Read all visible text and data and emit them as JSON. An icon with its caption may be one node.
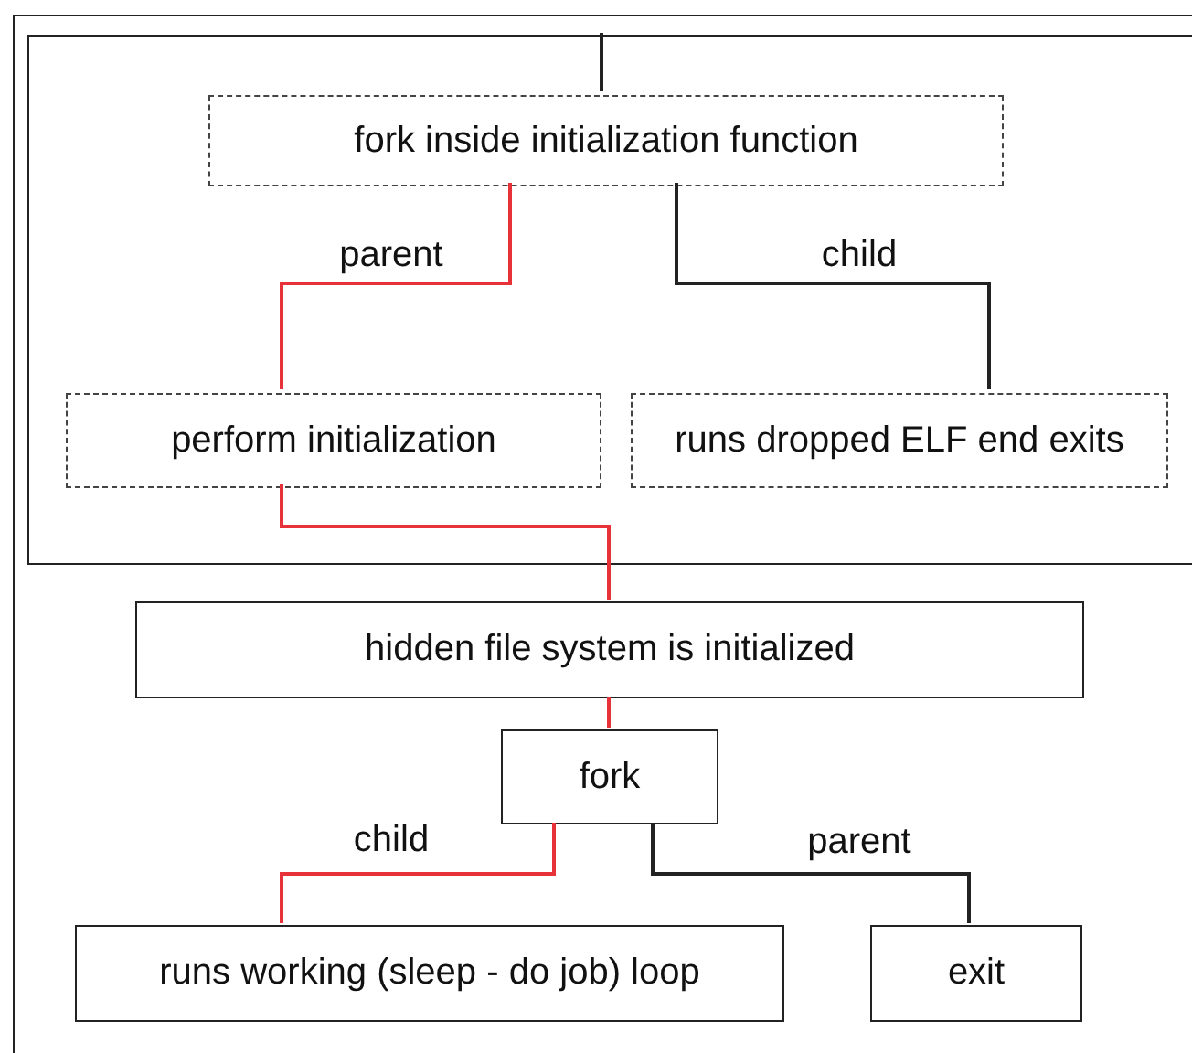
{
  "diagram": {
    "nodes": [
      {
        "text": [],
        "shape": "box"
      },
      {
        "text": [],
        "shape": "box",
        "in": 0
      },
      {
        "text": [
          "fork inside initialization function"
        ],
        "in": 1
      },
      {
        "text": [
          "perform initialization"
        ],
        "in": 1
      },
      {
        "text": [
          "runs dropped ELF end exits"
        ],
        "in": 1
      },
      {
        "text": [
          "hidden file system is initialized"
        ],
        "in": 0
      },
      {
        "text": [
          "fork"
        ],
        "in": 0
      },
      {
        "text": [
          "runs working (sleep - do job) loop"
        ],
        "in": 0
      },
      {
        "text": [
          "exit"
        ],
        "in": 0
      }
    ],
    "edges": [
      {
        "from": 1,
        "to": 2,
        "arrow": "none",
        "color": "#222222"
      },
      {
        "from": 2,
        "to": 3,
        "arrow": "none",
        "label": "parent",
        "color": "#e8323a"
      },
      {
        "from": 2,
        "to": 4,
        "arrow": "none",
        "label": "child",
        "color": "#222222"
      },
      {
        "from": 3,
        "to": 5,
        "arrow": "none",
        "color": "#e8323a"
      },
      {
        "from": 5,
        "to": 6,
        "arrow": "none",
        "color": "#e8323a"
      },
      {
        "from": 6,
        "to": 7,
        "arrow": "none",
        "label": "child",
        "color": "#e8323a"
      },
      {
        "from": 6,
        "to": 8,
        "arrow": "none",
        "label": "parent",
        "color": "#222222"
      }
    ]
  }
}
